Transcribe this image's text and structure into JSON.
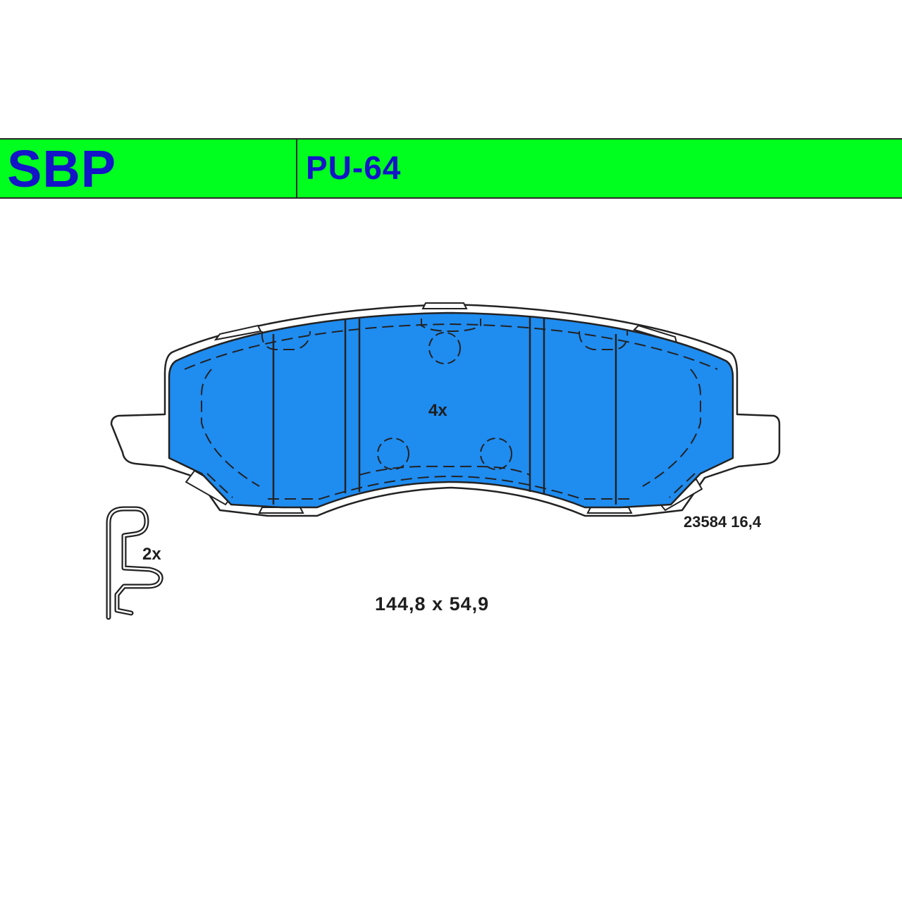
{
  "header": {
    "brand": "SBP",
    "part_number": "PU-64"
  },
  "labels": {
    "pad_quantity": "4x",
    "clip_quantity": "2x",
    "reference": "23584 16,4",
    "dimensions": "144,8 x 54,9"
  },
  "colors": {
    "header_background": "#00ff1e",
    "brand_text": "#1414c8",
    "friction_material": "#1f8cf0",
    "outline": "#222222"
  },
  "icons": {
    "brake_pad": "brake-pad-drawing",
    "clip": "anti-rattle-clip-drawing"
  }
}
